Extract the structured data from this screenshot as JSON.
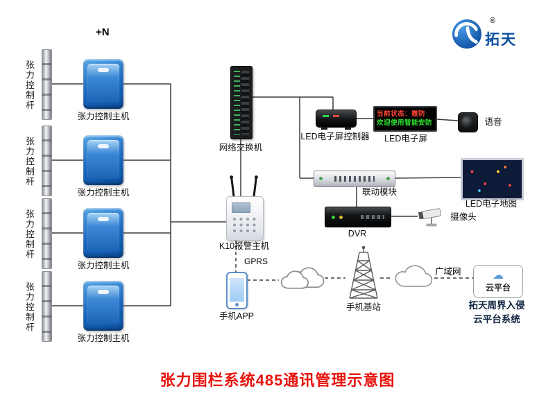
{
  "title": "张力围栏系统485通讯管理示意图",
  "logo": {
    "brand": "拓天",
    "registered": "®"
  },
  "annotations": {
    "plus_n": "+N",
    "gprs": "GPRS",
    "wan": "广域网"
  },
  "fence": {
    "pole_label": "张力控制杆",
    "host_label": "张力控制主机"
  },
  "devices": {
    "switch": "网络交换机",
    "led_controller": "LED电子屏控制器",
    "led_screen": "LED电子屏",
    "voice": "语音",
    "linkage": "联动模块",
    "led_map": "LED电子地图",
    "dvr": "DVR",
    "camera": "摄像头",
    "k10": "K10报警主机",
    "phone_app": "手机APP",
    "base_station": "手机基站",
    "cloud_platform": "云平台"
  },
  "led_screen_display": {
    "line1": "当前状态：撤防",
    "line2": "欢迎使用智能安防"
  },
  "cloud_system": {
    "line1": "拓天周界入侵",
    "line2": "云平台系统"
  },
  "icons": {
    "cloud_glyph": "☁"
  },
  "colors": {
    "title_red": "#e8120c",
    "host_blue": "#1a69c2",
    "led_text_red": "#ff4633",
    "led_text_green": "#2ee62e",
    "logo_blue": "#0d4fa0"
  }
}
